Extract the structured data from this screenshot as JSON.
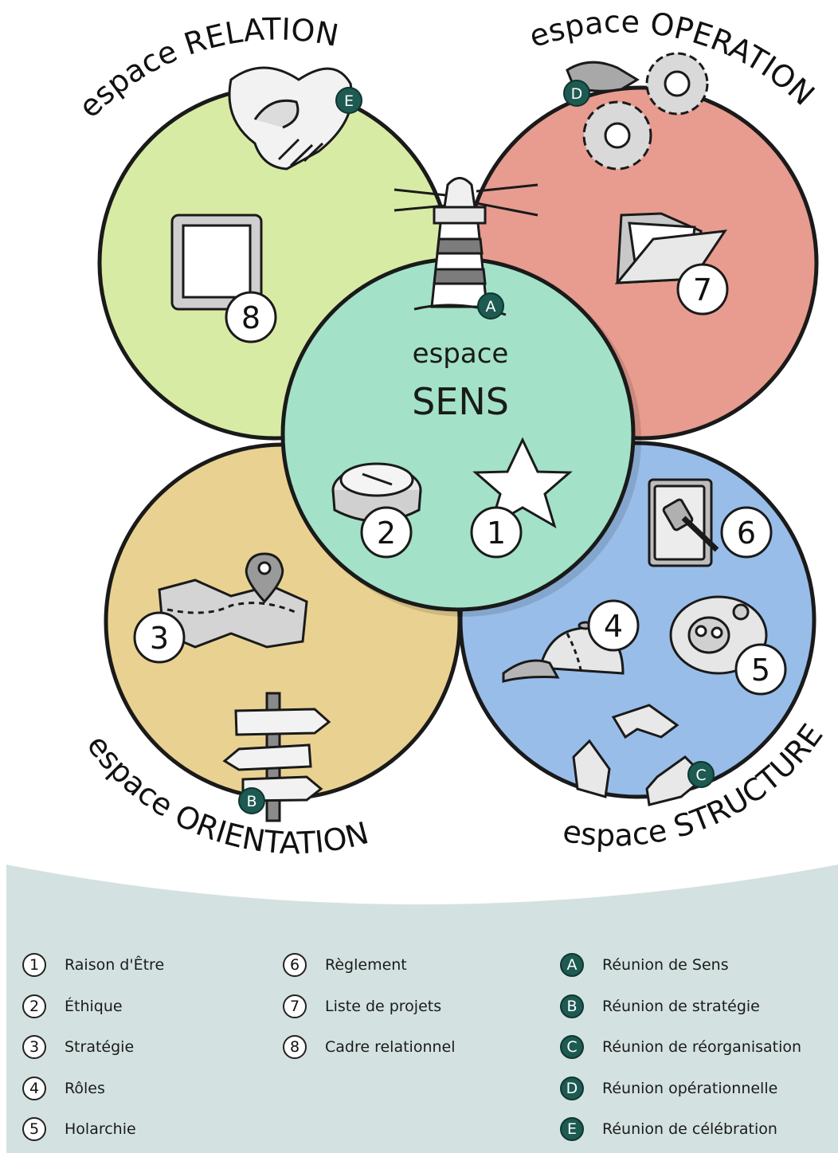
{
  "spaces": {
    "sens": {
      "prefix": "espace",
      "name": "SENS",
      "color": "#a3e2c8"
    },
    "relation": {
      "label": "espace RELATION",
      "color": "#d8eba5"
    },
    "operation": {
      "label": "espace OPERATION",
      "color": "#e79c8f"
    },
    "orientation": {
      "label": "espace ORIENTATION",
      "color": "#e9d291"
    },
    "structure": {
      "label": "espace STRUCTURE",
      "color": "#98bde9"
    }
  },
  "badges": {
    "num_1": "1",
    "num_2": "2",
    "num_3": "3",
    "num_4": "4",
    "num_5": "5",
    "num_6": "6",
    "num_7": "7",
    "num_8": "8",
    "let_a": "A",
    "let_b": "B",
    "let_c": "C",
    "let_d": "D",
    "let_e": "E"
  },
  "legend": {
    "numbers": [
      {
        "badge": "1",
        "label": "Raison d'Être"
      },
      {
        "badge": "2",
        "label": "Éthique"
      },
      {
        "badge": "3",
        "label": "Stratégie"
      },
      {
        "badge": "4",
        "label": "Rôles"
      },
      {
        "badge": "5",
        "label": "Holarchie"
      },
      {
        "badge": "6",
        "label": "Règlement"
      },
      {
        "badge": "7",
        "label": "Liste de projets"
      },
      {
        "badge": "8",
        "label": "Cadre relationnel"
      }
    ],
    "letters": [
      {
        "badge": "A",
        "label": "Réunion de Sens"
      },
      {
        "badge": "B",
        "label": "Réunion de stratégie"
      },
      {
        "badge": "C",
        "label": "Réunion de réorganisation"
      },
      {
        "badge": "D",
        "label": "Réunion opérationnelle"
      },
      {
        "badge": "E",
        "label": "Réunion de célébration"
      }
    ]
  },
  "colors": {
    "legend_background": "#d3e2e0",
    "badge_dark": "#1d5a52",
    "icon_gray": "#d9d9d9"
  }
}
